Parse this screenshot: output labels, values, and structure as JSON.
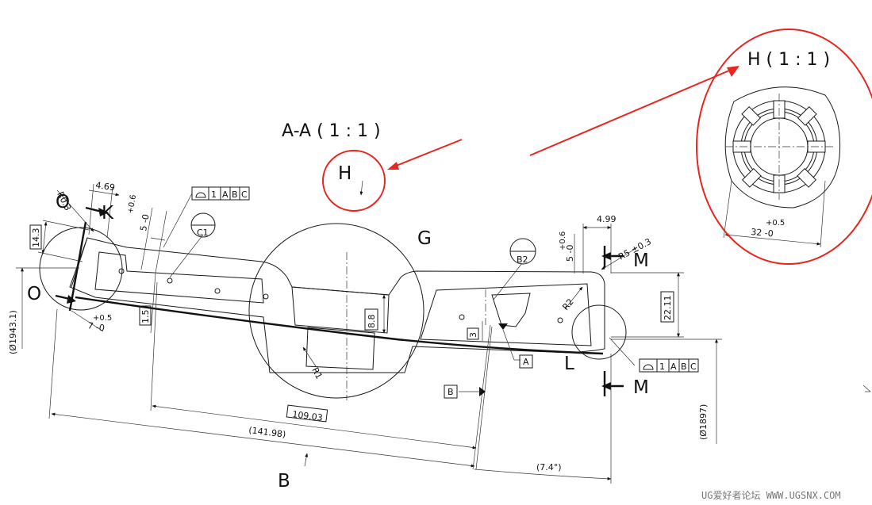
{
  "views": {
    "section_title": "A-A ( 1 : 1 )",
    "detail_title": "H ( 1 : 1 )"
  },
  "labels": {
    "H": "H",
    "G": "G",
    "B": "B",
    "O": "O",
    "K": "K",
    "L": "L",
    "M_top": "M",
    "M_bottom": "M"
  },
  "dimensions": {
    "d_4_69": "4.69",
    "r_0_3_left": "R0.3",
    "tol_06": "+0.6",
    "tol_5_0": "5 -0",
    "d_14_3": "14.3",
    "d_1943": "(Ø1943.1)",
    "tol_05_left": "+0.5",
    "tol_7_0": "7 -0",
    "d_1_5": "1.5",
    "d_8_8": "8.8",
    "d_3": "3",
    "r1": "R1",
    "d_109_03": "109.03",
    "d_141_98": "(141.98)",
    "ang_7_4": "(7.4°)",
    "d_4_99": "4.99",
    "tol_06_right": "+0.6",
    "tol_5_0_right": "5 -0",
    "r_0_3_right": "R5 ±0.3",
    "r2": "R2",
    "d_22_11": "22.11",
    "d_1897": "(Ø1897)",
    "tol_05_detail": "+0.5",
    "d_32": "32 -0"
  },
  "datums": {
    "A": "A",
    "B": "B",
    "C1": "C1",
    "B2": "B2"
  },
  "tolerance_frames": {
    "top": [
      "1",
      "A",
      "B",
      "C"
    ],
    "right": [
      "1",
      "A",
      "B",
      "C"
    ]
  },
  "watermark": "UG爱好者论坛 WWW.UGSNX.COM",
  "colors": {
    "annotation": "#e8251f",
    "line": "#1a1a1a"
  }
}
